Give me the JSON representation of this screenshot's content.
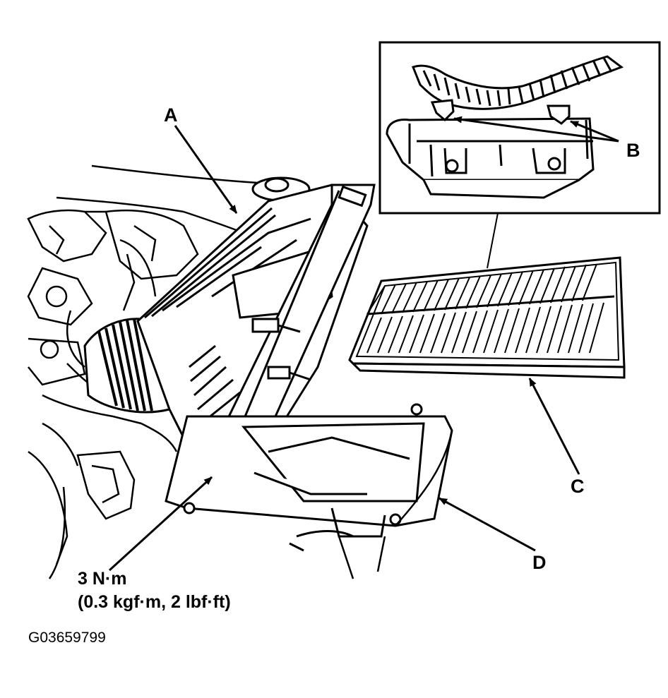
{
  "callouts": {
    "a": "A",
    "b": "B",
    "c": "C",
    "d": "D"
  },
  "torque_spec": {
    "line1": "3 N·m",
    "line2": "(0.3 kgf·m, 2 lbf·ft)"
  },
  "figure_id": "G03659799"
}
